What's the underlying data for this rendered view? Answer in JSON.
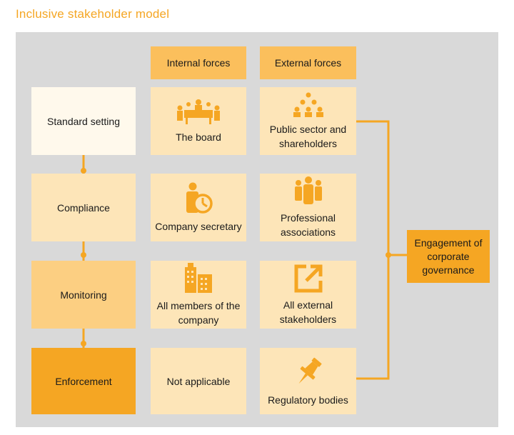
{
  "title": "Inclusive stakeholder model",
  "headers": {
    "internal": "Internal forces",
    "external": "External forces"
  },
  "stages": [
    {
      "label": "Standard setting"
    },
    {
      "label": "Compliance"
    },
    {
      "label": "Monitoring"
    },
    {
      "label": "Enforcement"
    }
  ],
  "internal": [
    {
      "label": "The board",
      "icon": "boardroom-icon"
    },
    {
      "label": "Company secretary",
      "icon": "person-clock-icon"
    },
    {
      "label": "All members of the company",
      "icon": "office-building-icon"
    },
    {
      "label": "Not applicable",
      "icon": ""
    }
  ],
  "external": [
    {
      "label": "Public sector and shareholders",
      "icon": "crowd-icon"
    },
    {
      "label": "Professional associations",
      "icon": "group-of-people-icon"
    },
    {
      "label": "All external stakeholders",
      "icon": "external-link-icon"
    },
    {
      "label": "Regulatory bodies",
      "icon": "pushpin-icon"
    }
  ],
  "engagement": {
    "label": "Engagement of corporate governance"
  },
  "colors": {
    "accent": "#f5a623",
    "stage_1": "#fff9ec",
    "stage_2": "#fde5b8",
    "stage_3": "#fccf82",
    "stage_4": "#f5a623",
    "cell": "#fde5b8",
    "panel": "#d9d9d9"
  }
}
